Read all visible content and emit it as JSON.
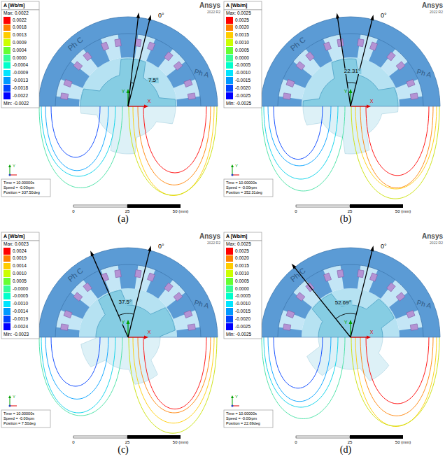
{
  "diagram": {
    "labels": [
      "A [Wb/m]",
      "Max: 0.0022",
      "Min: -0.0022",
      "Ansys",
      "2022 R2",
      "Time = 10.00000s",
      "Speed = -0.00rpm",
      "Position = 337.50deg",
      "0",
      "25",
      "50 (mm)",
      "Ph C",
      "Ph A",
      "7.5°",
      "0°",
      "Y",
      "X",
      "Y",
      "(a)",
      "A [Wb/m]",
      "Max: 0.0025",
      "Min: -0.0025",
      "Ansys",
      "2022 R2",
      "Time = 10.00000s",
      "Speed = -0.00rpm",
      "Position = 352.31deg",
      "0",
      "25",
      "50 (mm)",
      "Ph C",
      "Ph A",
      "22.31°",
      "0°",
      "Y",
      "X",
      "Y",
      "(b)",
      "A [Wb/m]",
      "Max: 0.0023",
      "Min: -0.0023",
      "Ansys",
      "2022 R2",
      "Time = 10.00000s",
      "Speed = -0.00rpm",
      "Position = 7.50deg",
      "0",
      "25",
      "50 (mm)",
      "Ph C",
      "Ph A",
      "37.5°",
      "0°",
      "Y",
      "X",
      "Y",
      "(c)",
      "A [Wb/m]",
      "Max: 0.0025",
      "Min: -0.0025",
      "Ansys",
      "2022 R2",
      "Time = 10.00000s",
      "Speed = -0.00rpm",
      "Position = 22.69deg",
      "0",
      "25",
      "50 (mm)",
      "Ph C",
      "Ph A",
      "52.69°",
      "0°",
      "Y",
      "X",
      "Y",
      "(d)"
    ],
    "legend": [
      {
        "text": "0.0022",
        "color": "#ff0000"
      },
      {
        "text": "0.0018",
        "color": "#ff8000"
      },
      {
        "text": "0.0013",
        "color": "#ffcc00"
      },
      {
        "text": "0.0009",
        "color": "#ccff00"
      },
      {
        "text": "0.0004",
        "color": "#66ff33"
      },
      {
        "text": "0.0000",
        "color": "#33ff99"
      },
      {
        "text": "-0.0004",
        "color": "#00ffcc"
      },
      {
        "text": "-0.0009",
        "color": "#00e5ff"
      },
      {
        "text": "-0.0013",
        "color": "#0099ff"
      },
      {
        "text": "-0.0018",
        "color": "#0044ff"
      },
      {
        "text": "-0.0022",
        "color": "#0000ff"
      },
      {
        "text": "0.0025",
        "color": "#ff0000"
      },
      {
        "text": "0.0020",
        "color": "#ff8000"
      },
      {
        "text": "0.0015",
        "color": "#ffcc00"
      },
      {
        "text": "0.0010",
        "color": "#ccff00"
      },
      {
        "text": "0.0005",
        "color": "#66ff33"
      },
      {
        "text": "0.0000",
        "color": "#33ff99"
      },
      {
        "text": "-0.0005",
        "color": "#00ffcc"
      },
      {
        "text": "-0.0010",
        "color": "#00e5ff"
      },
      {
        "text": "-0.0015",
        "color": "#0099ff"
      },
      {
        "text": "-0.0020",
        "color": "#0044ff"
      },
      {
        "text": "-0.0025",
        "color": "#0000ff"
      },
      {
        "text": "0.0024",
        "color": "#ff0000"
      },
      {
        "text": "0.0019",
        "color": "#ff8000"
      },
      {
        "text": "0.0014",
        "color": "#ffcc00"
      },
      {
        "text": "0.0010",
        "color": "#ccff00"
      },
      {
        "text": "0.0005",
        "color": "#66ff33"
      },
      {
        "text": "-0.0000",
        "color": "#33ff99"
      },
      {
        "text": "-0.0005",
        "color": "#00ffcc"
      },
      {
        "text": "-0.0010",
        "color": "#00e5ff"
      },
      {
        "text": "-0.0014",
        "color": "#0099ff"
      },
      {
        "text": "-0.0019",
        "color": "#0044ff"
      },
      {
        "text": "-0.0024",
        "color": "#0000ff"
      },
      {
        "text": "0.0025",
        "color": "#ff0000"
      },
      {
        "text": "0.0020",
        "color": "#ff8000"
      },
      {
        "text": "0.0015",
        "color": "#ffcc00"
      },
      {
        "text": "0.0010",
        "color": "#ccff00"
      },
      {
        "text": "0.0005",
        "color": "#66ff33"
      },
      {
        "text": "0.0000",
        "color": "#33ff99"
      },
      {
        "text": "-0.0005",
        "color": "#00ffcc"
      },
      {
        "text": "-0.0010",
        "color": "#00e5ff"
      },
      {
        "text": "-0.0015",
        "color": "#0099ff"
      },
      {
        "text": "-0.0020",
        "color": "#0044ff"
      },
      {
        "text": "-0.0025",
        "color": "#0000ff"
      }
    ]
  }
}
